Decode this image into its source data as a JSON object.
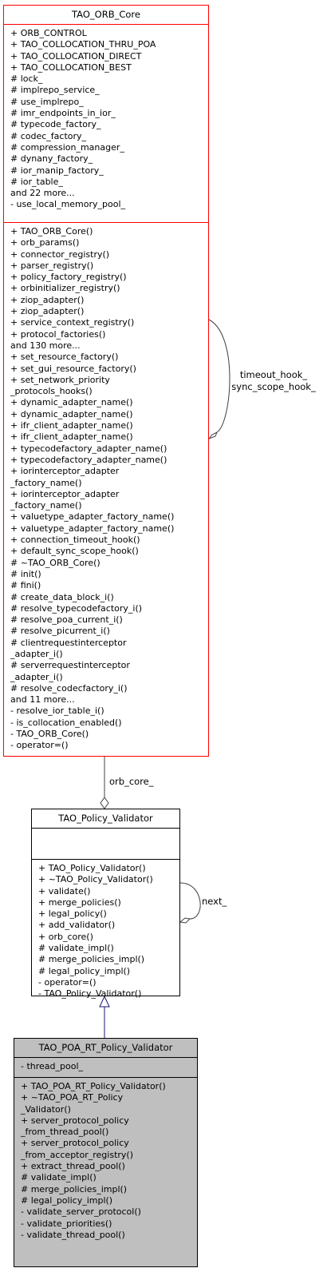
{
  "classes": {
    "orb_core": {
      "name": "TAO_ORB_Core",
      "attributes": [
        "+ ORB_CONTROL",
        "+ TAO_COLLOCATION_THRU_POA",
        "+ TAO_COLLOCATION_DIRECT",
        "+ TAO_COLLOCATION_BEST",
        "# lock_",
        "# implrepo_service_",
        "# use_implrepo_",
        "# imr_endpoints_in_ior_",
        "# typecode_factory_",
        "# codec_factory_",
        "# compression_manager_",
        "# dynany_factory_",
        "# ior_manip_factory_",
        "# ior_table_",
        "and 22 more...",
        "- use_local_memory_pool_"
      ],
      "operations": [
        "+ TAO_ORB_Core()",
        "+ orb_params()",
        "+ connector_registry()",
        "+ parser_registry()",
        "+ policy_factory_registry()",
        "+ orbinitializer_registry()",
        "+ ziop_adapter()",
        "+ ziop_adapter()",
        "+ service_context_registry()",
        "+ protocol_factories()",
        "and 130 more...",
        "+ set_resource_factory()",
        "+ set_gui_resource_factory()",
        "+ set_network_priority\n_protocols_hooks()",
        "+ dynamic_adapter_name()",
        "+ dynamic_adapter_name()",
        "+ ifr_client_adapter_name()",
        "+ ifr_client_adapter_name()",
        "+ typecodefactory_adapter_name()",
        "+ typecodefactory_adapter_name()",
        "+ iorinterceptor_adapter\n_factory_name()",
        "+ iorinterceptor_adapter\n_factory_name()",
        "+ valuetype_adapter_factory_name()",
        "+ valuetype_adapter_factory_name()",
        "+ connection_timeout_hook()",
        "+ default_sync_scope_hook()",
        "# ~TAO_ORB_Core()",
        "# init()",
        "# fini()",
        "# create_data_block_i()",
        "# resolve_typecodefactory_i()",
        "# resolve_poa_current_i()",
        "# resolve_picurrent_i()",
        "# clientrequestinterceptor\n_adapter_i()",
        "# serverrequestinterceptor\n_adapter_i()",
        "# resolve_codecfactory_i()",
        "and 11 more...",
        "- resolve_ior_table_i()",
        "- is_collocation_enabled()",
        "- TAO_ORB_Core()",
        "- operator=()"
      ]
    },
    "policy_validator": {
      "name": "TAO_Policy_Validator",
      "attributes": [],
      "operations": [
        "+ TAO_Policy_Validator()",
        "+ ~TAO_Policy_Validator()",
        "+ validate()",
        "+ merge_policies()",
        "+ legal_policy()",
        "+ add_validator()",
        "+ orb_core()",
        "# validate_impl()",
        "# merge_policies_impl()",
        "# legal_policy_impl()",
        "- operator=()",
        "- TAO_Policy_Validator()"
      ]
    },
    "poa_rt_validator": {
      "name": "TAO_POA_RT_Policy_Validator",
      "attributes": [
        "- thread_pool_"
      ],
      "operations": [
        "+ TAO_POA_RT_Policy_Validator()",
        "+ ~TAO_POA_RT_Policy\n_Validator()",
        "+ server_protocol_policy\n_from_thread_pool()",
        "+ server_protocol_policy\n_from_acceptor_registry()",
        "+ extract_thread_pool()",
        "# validate_impl()",
        "# merge_policies_impl()",
        "# legal_policy_impl()",
        "- validate_server_protocol()",
        "- validate_priorities()",
        "- validate_thread_pool()"
      ]
    }
  },
  "connections": {
    "self_orb_core": [
      "timeout_hook_",
      "sync_scope_hook_"
    ],
    "orb_core_label": "orb_core_",
    "next_label": "next_"
  },
  "colors": {
    "orb_core_border": "#ff0000",
    "default_border": "#000000",
    "highlight_fill": "#bfbfbf",
    "inheritance_arrow": "#191970",
    "association_line": "#404040"
  }
}
